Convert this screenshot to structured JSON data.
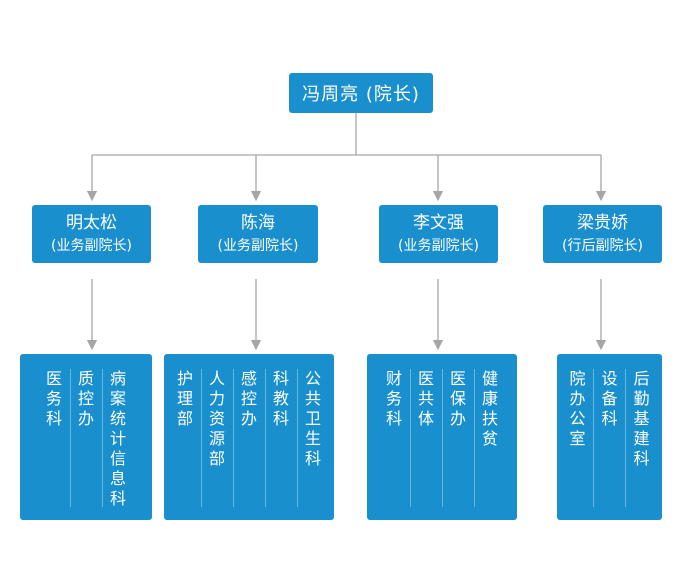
{
  "root": {
    "label": "冯周亮 (院长)"
  },
  "leaders": [
    {
      "name": "明太松",
      "role": "(业务副院长)"
    },
    {
      "name": "陈海",
      "role": "(业务副院长)"
    },
    {
      "name": "李文强",
      "role": "(业务副院长)"
    },
    {
      "name": "梁贵娇",
      "role": "(行后副院长)"
    }
  ],
  "departments": [
    [
      "医务科",
      "质控办",
      "病案统计信息科"
    ],
    [
      "护理部",
      "人力资源部",
      "感控办",
      "科教科",
      "公共卫生科"
    ],
    [
      "财务科",
      "医共体",
      "医保办",
      "健康扶贫"
    ],
    [
      "院办公室",
      "设备科",
      "后勤基建科"
    ]
  ],
  "colors": {
    "node": "#1a8fcd",
    "connector": "#a6a6a6",
    "text": "#ffffff"
  }
}
